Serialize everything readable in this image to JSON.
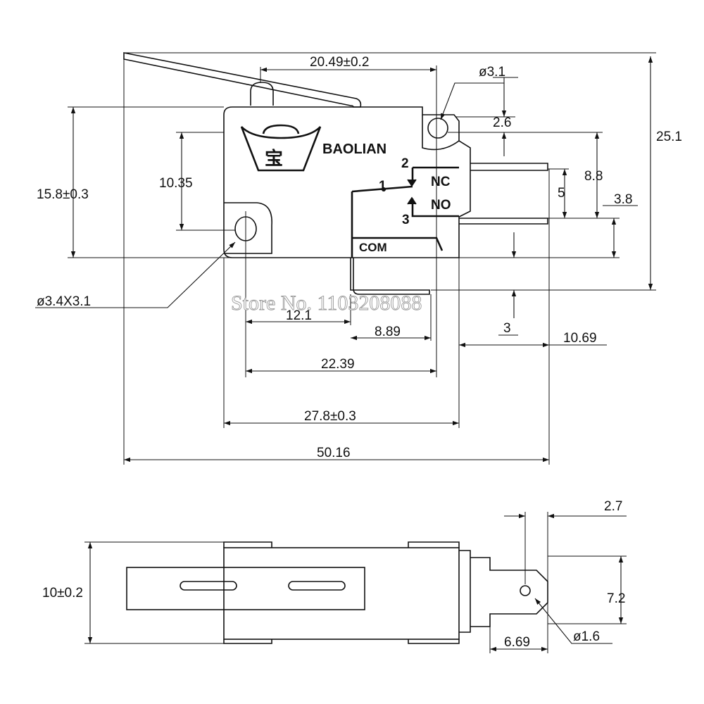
{
  "drawing": {
    "brand_text": "BAOLIAN",
    "logo_glyph": "宝",
    "terminals": {
      "t1": "1",
      "t2": "2",
      "t3": "3",
      "nc": "NC",
      "no": "NO",
      "com": "COM"
    },
    "watermark": "Store No. 1103208088",
    "top_view_dims": {
      "pin_spacing": "20.49±0.2",
      "hole_dia": "ø3.1",
      "hole_offset": "2.6",
      "overall_height": "25.1",
      "body_height": "15.8±0.3",
      "hole_height": "10.35",
      "nc_to_no": "5",
      "nc_to_bottom": "8.8",
      "no_to_bottom": "3.8",
      "mount_hole": "ø3.4X3.1",
      "hole_to_com": "12.1",
      "com_to_nc": "8.89",
      "com_drop": "3",
      "terminal_length": "10.69",
      "hole_spacing": "22.39",
      "body_length": "27.8±0.3",
      "overall_length": "50.16"
    },
    "side_view_dims": {
      "body_thickness": "10±0.2",
      "terminal_offset": "2.7",
      "terminal_width": "7.2",
      "terminal_length": "6.69",
      "terminal_hole": "ø1.6"
    }
  }
}
